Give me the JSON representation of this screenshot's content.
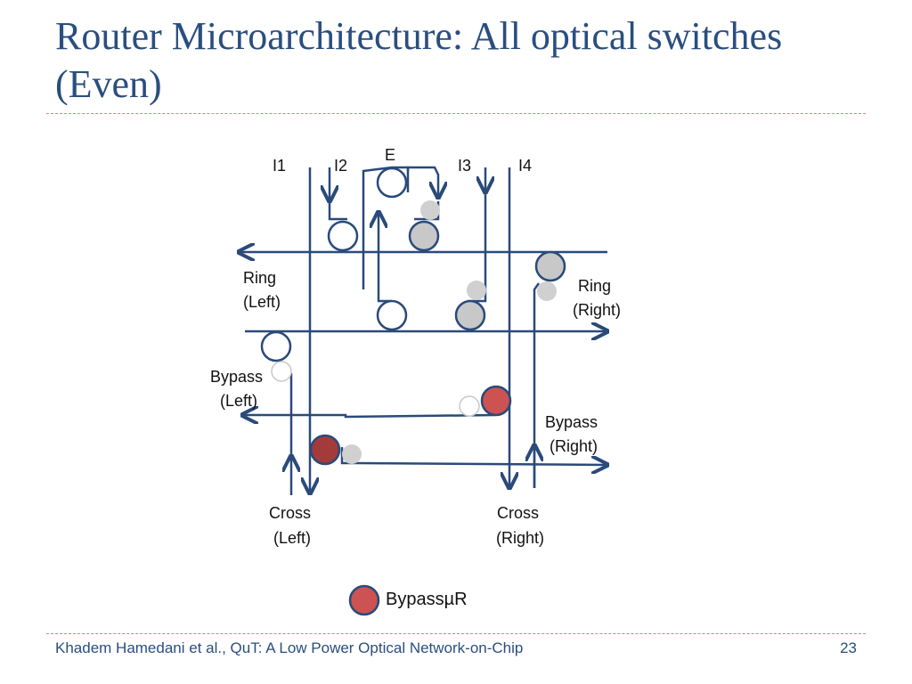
{
  "slide": {
    "title": "Router Microarchitecture: All optical switches (Even)",
    "footer_left": "Khadem Hamedani et al., QuT: A Low Power Optical Network-on-Chip",
    "page_number": "23"
  },
  "diagram": {
    "ports": [
      "I1",
      "I2",
      "E",
      "I3",
      "I4"
    ],
    "labels": {
      "ring_left": [
        "Ring",
        "(Left)"
      ],
      "ring_right": [
        "Ring",
        "(Right)"
      ],
      "bypass_left": [
        "Bypass",
        "(Left)"
      ],
      "bypass_right": [
        "Bypass",
        "(Right)"
      ],
      "cross_left": [
        "Cross",
        "(Left)"
      ],
      "cross_right": [
        "Cross",
        "(Right)"
      ]
    },
    "legend": "BypassµR"
  },
  "colors": {
    "title": "#2a4e7f",
    "waveguide": "#2a4a7a",
    "ring_active_gray": "#c8c8c8",
    "bypass_ring_red": "#cd5252",
    "bypass_ring_dark_red": "#a33b3b",
    "divider": "#e07f7f"
  }
}
